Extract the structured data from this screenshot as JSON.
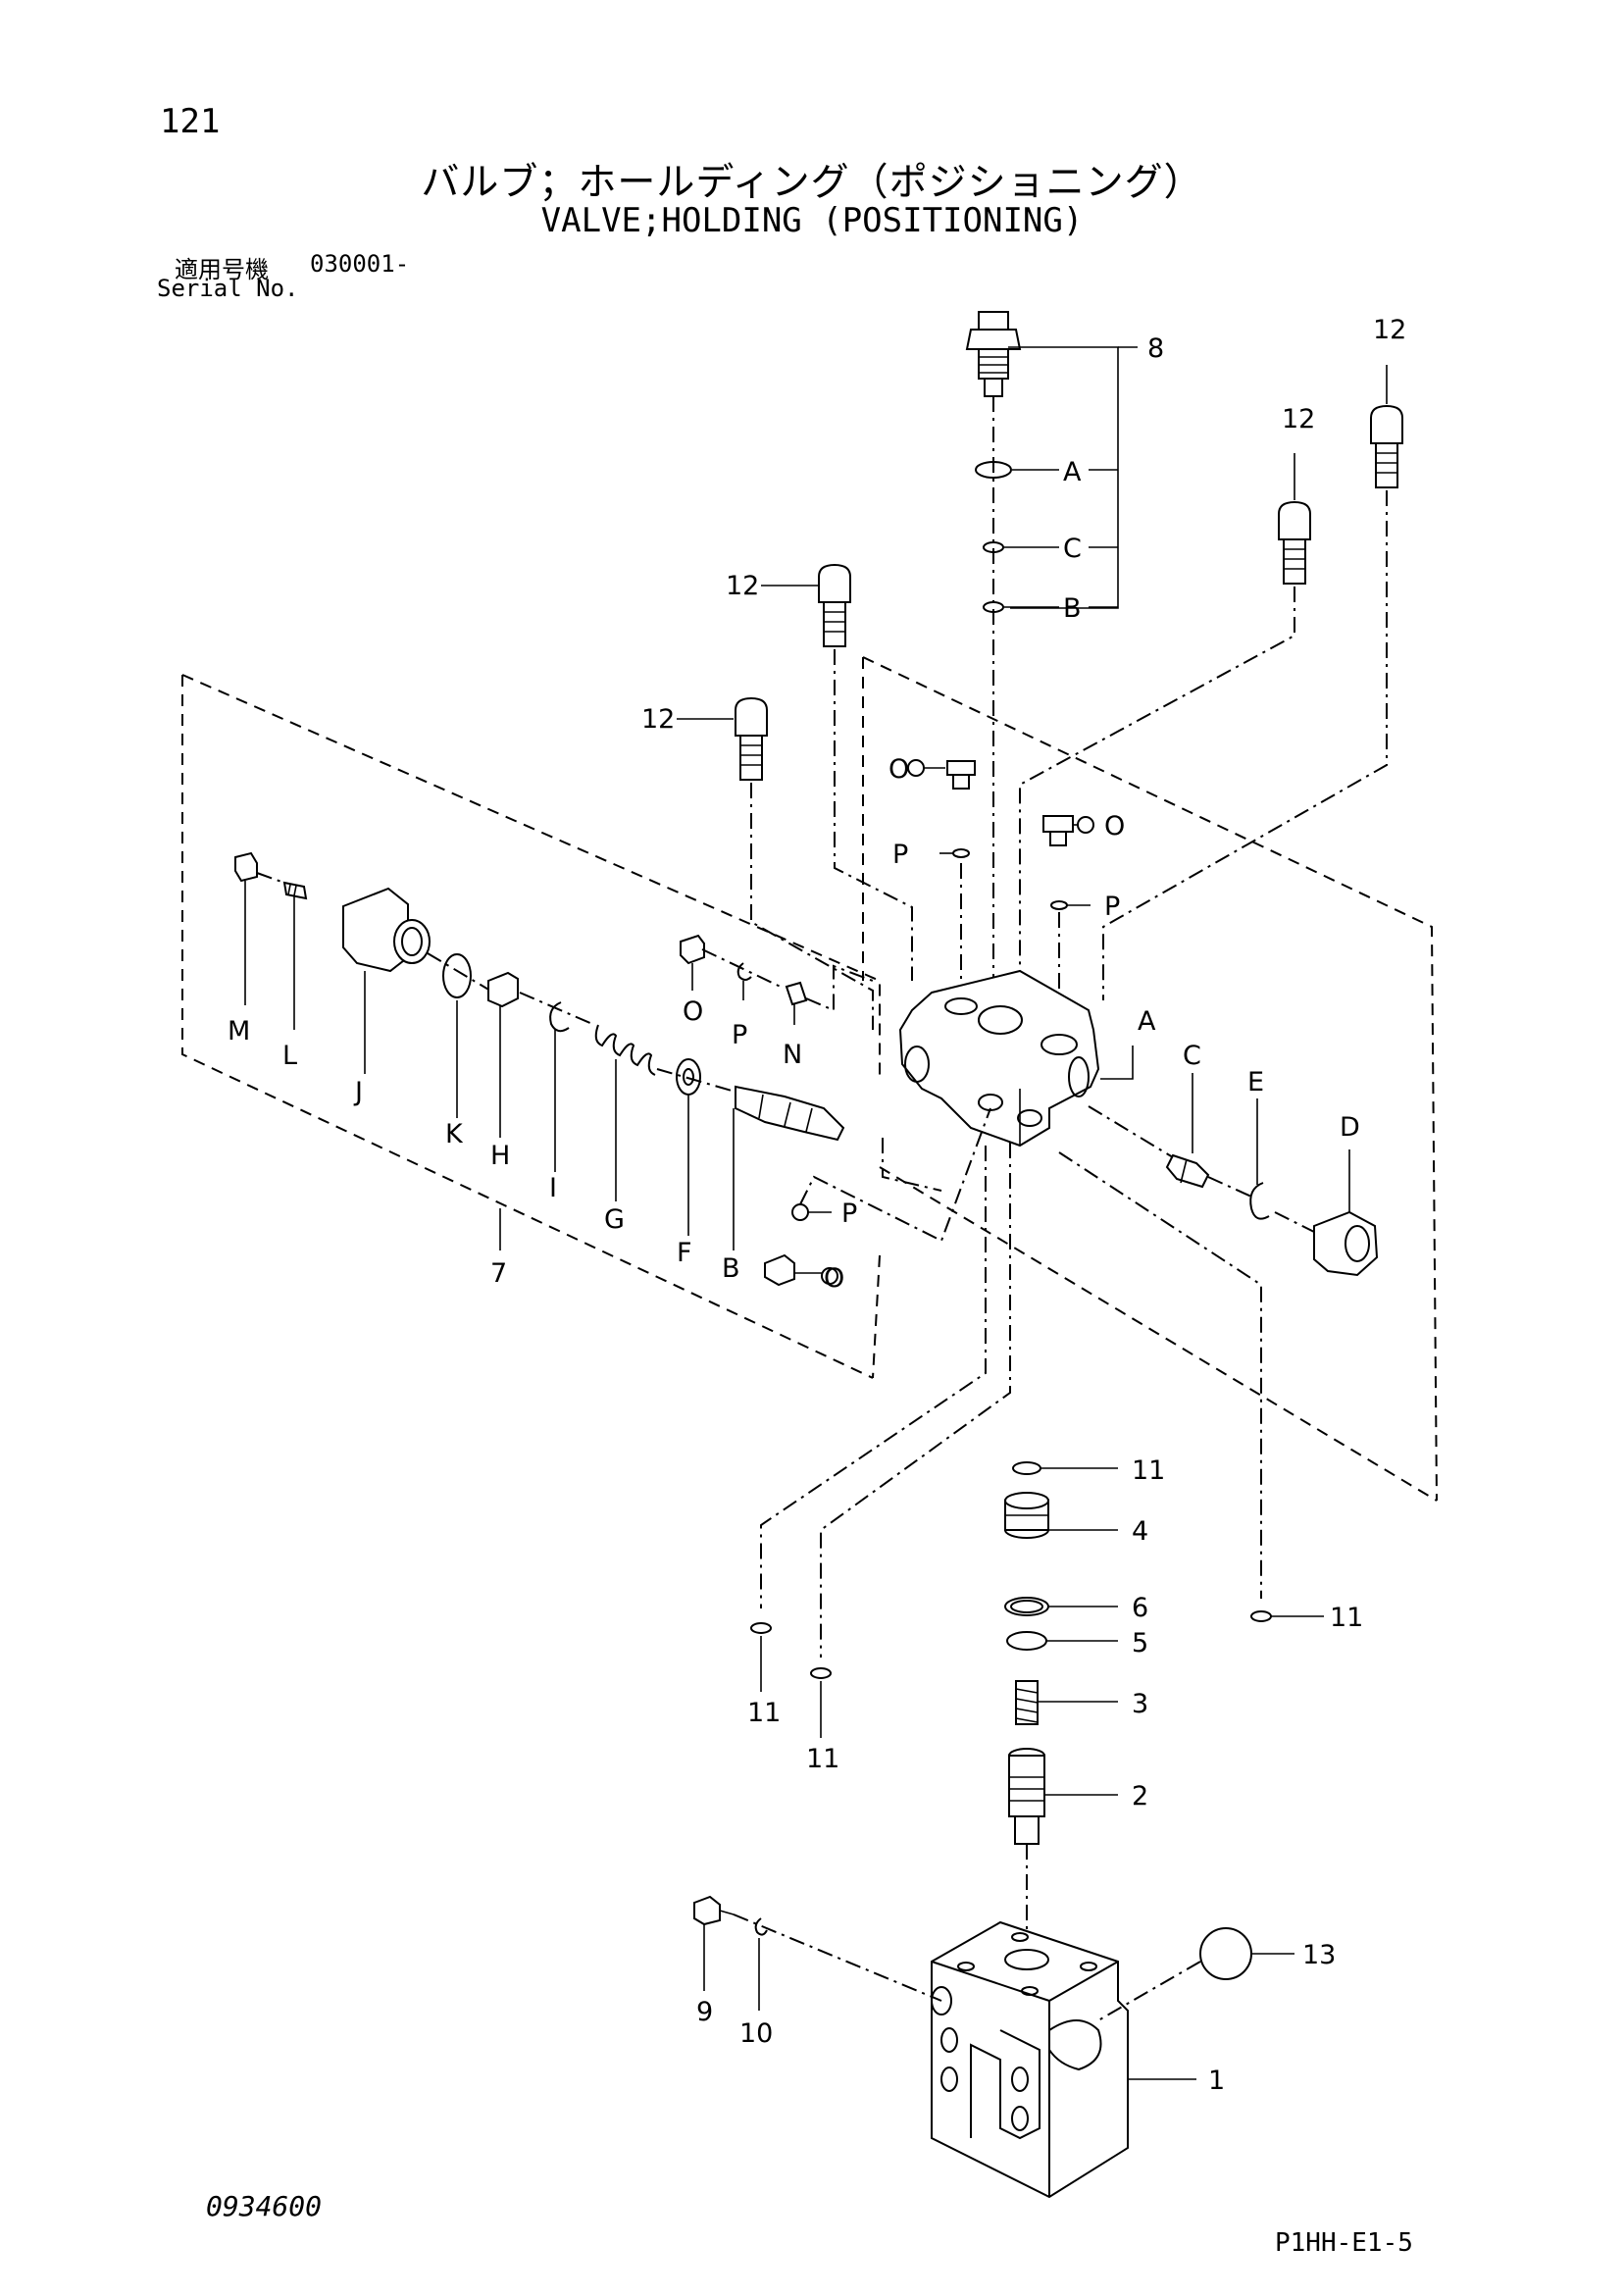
{
  "header": {
    "page_number": "121",
    "title_ja": "バルブ；ホールディング（ポジショニング）",
    "title_en": "VALVE;HOLDING (POSITIONING)",
    "serial_label_ja": "適用号機",
    "serial_code": "030001-",
    "serial_label_en": "Serial No."
  },
  "footer": {
    "doc_code": "0934600",
    "figure_code": "P1HH-E1-5"
  },
  "callouts": {
    "n1": "1",
    "n2": "2",
    "n3": "3",
    "n4": "4",
    "n5": "5",
    "n6": "6",
    "n7": "7",
    "n8": "8",
    "n9": "9",
    "n10": "10",
    "n11a": "11",
    "n11b": "11",
    "n11c": "11",
    "n11d": "11",
    "n12a": "12",
    "n12b": "12",
    "n12c": "12",
    "n12d": "12",
    "n13": "13",
    "A1": "A",
    "B1": "B",
    "C1": "C",
    "A2": "A",
    "B2": "B",
    "C2": "C",
    "D": "D",
    "E": "E",
    "F": "F",
    "G": "G",
    "H": "H",
    "I": "I",
    "J": "J",
    "K": "K",
    "L": "L",
    "M": "M",
    "N": "N",
    "O1": "O",
    "O2": "O",
    "O3": "O",
    "O4": "O",
    "P1": "P",
    "P2": "P",
    "P3": "P",
    "P4": "P"
  },
  "colors": {
    "ink": "#000000",
    "paper": "#ffffff"
  }
}
